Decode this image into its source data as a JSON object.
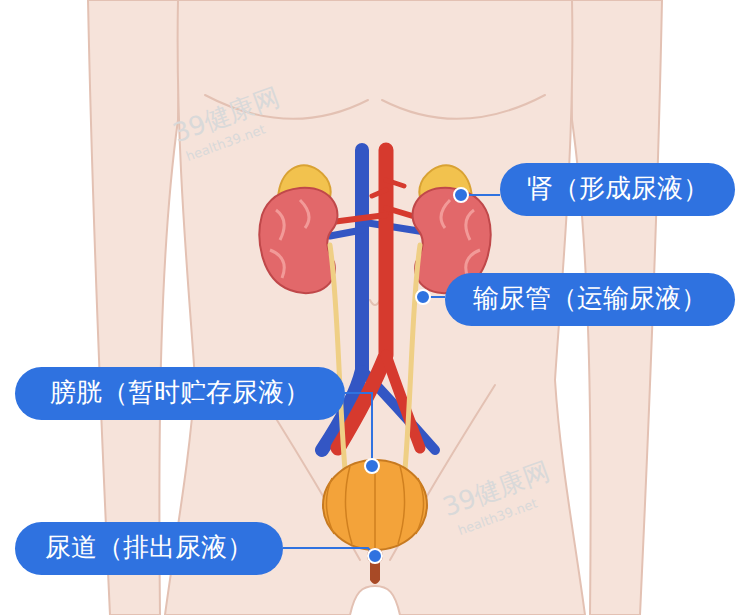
{
  "diagram": {
    "nodes": [
      {
        "text": [
          "肾（形成尿液）"
        ]
      },
      {
        "text": [
          "输尿管（运输尿液）"
        ]
      },
      {
        "text": [
          "膀胱（暂时贮存尿液）"
        ]
      },
      {
        "text": [
          "尿道（排出尿液）"
        ]
      }
    ],
    "labels": [
      "39健康网",
      "health39.net",
      "39健康网",
      "health39.net"
    ]
  }
}
